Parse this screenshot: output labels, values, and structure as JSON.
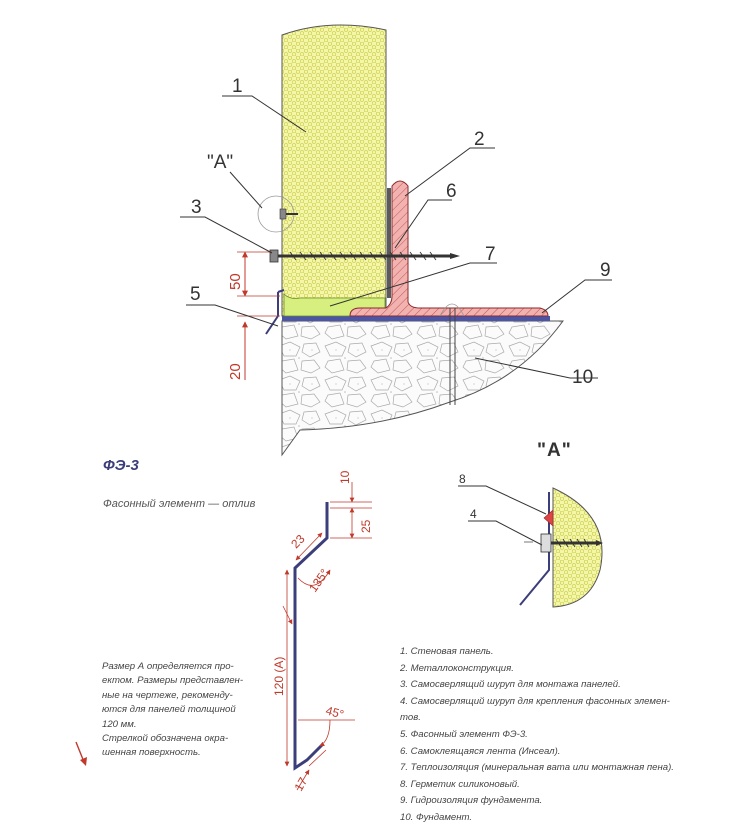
{
  "callouts": [
    "1",
    "2",
    "3",
    "4",
    "5",
    "6",
    "7",
    "9",
    "10"
  ],
  "dimensions": {
    "d50": "50",
    "d20": "20"
  },
  "detail_label": "\"A\"",
  "detail_callouts": [
    "8",
    "4"
  ],
  "profile": {
    "title": "ФЭ-3",
    "subtitle": "Фасонный элемент — отлив",
    "dims": [
      "10",
      "25",
      "23",
      "135°",
      "120 (А)",
      "45°",
      "17"
    ]
  },
  "note": {
    "lines": [
      "Размер А определяется про-",
      "ектом. Размеры представлен-",
      "ные на чертеже, рекоменду-",
      "ются для панелей толщиной",
      "120 мм.",
      "Стрелкой обозначена окра-",
      "шенная поверхность."
    ]
  },
  "legend": [
    "1. Стеновая панель.",
    "2. Металлоконструкция.",
    "3. Самосверлящий шуруп для монтажа панелей.",
    "4. Самосверлящий шуруп для крепления фасонных элемен-",
    "тов.",
    "5. Фасонный элемент ФЭ-3.",
    "6. Самоклеящаяся лента (Инсеал).",
    "7. Теплоизоляция (минеральная вата или монтажная пена).",
    "8. Герметик силиконовый.",
    "9. Гидроизоляция фундамента.",
    "10. Фундамент."
  ],
  "colors": {
    "panel_fill": "#f5f7a8",
    "metal_fill": "#f2b3b0",
    "insulation_fill": "#d6ef7e",
    "dimension": "#c0392b",
    "profile_line": "#3b3e7a",
    "waterproof": "#4a55a8"
  }
}
